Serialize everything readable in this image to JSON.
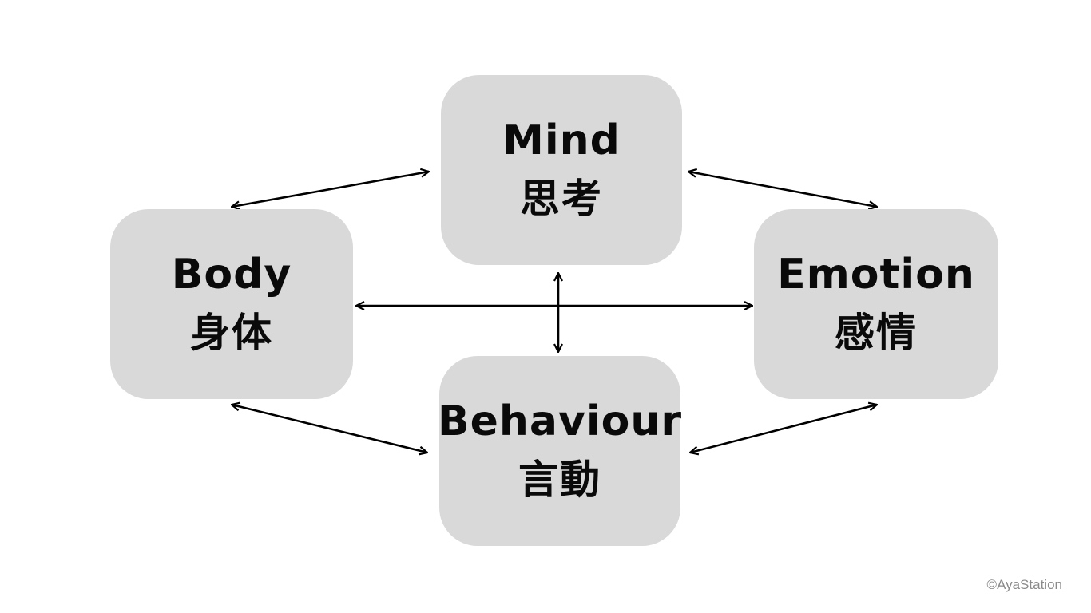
{
  "nodes": {
    "mind": {
      "en": "Mind",
      "ja": "思考"
    },
    "body": {
      "en": "Body",
      "ja": "身体"
    },
    "emotion": {
      "en": "Emotion",
      "ja": "感情"
    },
    "behaviour": {
      "en": "Behaviour",
      "ja": "言動"
    }
  },
  "copyright": "©AyaStation",
  "colors": {
    "box": "#d9d9d9",
    "text": "#0a0a0a",
    "arrow": "#000000",
    "copyright": "#8a8a8a"
  },
  "connections": [
    {
      "from": "body",
      "to": "mind",
      "bidirectional": true
    },
    {
      "from": "mind",
      "to": "emotion",
      "bidirectional": true
    },
    {
      "from": "body",
      "to": "emotion",
      "bidirectional": true
    },
    {
      "from": "mind",
      "to": "behaviour",
      "bidirectional": true
    },
    {
      "from": "body",
      "to": "behaviour",
      "bidirectional": true
    },
    {
      "from": "behaviour",
      "to": "emotion",
      "bidirectional": true
    }
  ]
}
